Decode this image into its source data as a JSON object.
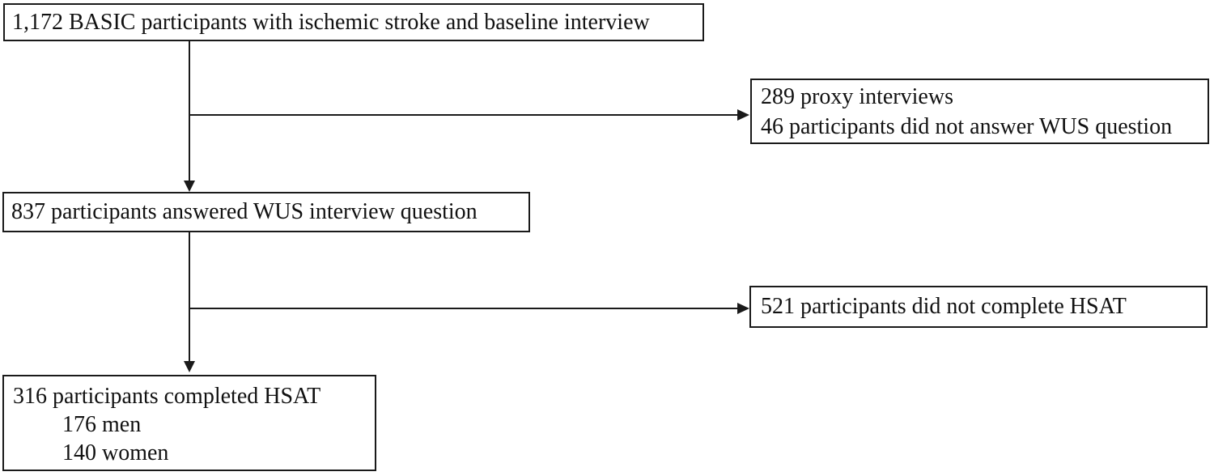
{
  "diagram": {
    "type": "participant-flowchart",
    "background_color": "#ffffff",
    "line_color": "#1a1a1a",
    "text_color": "#111111",
    "boxes": {
      "enrolled": {
        "lines": [
          "1,172 BASIC participants with ischemic stroke and baseline interview"
        ]
      },
      "excluded_wus": {
        "lines": [
          "289 proxy interviews",
          "46 participants did not answer WUS question"
        ]
      },
      "answered_wus": {
        "lines": [
          "837 participants answered WUS interview question"
        ]
      },
      "excluded_hsat": {
        "lines": [
          "521 participants did not complete HSAT"
        ]
      },
      "completed_hsat": {
        "lines": [
          "316 participants completed HSAT",
          "176 men",
          "140 women"
        ]
      }
    }
  }
}
